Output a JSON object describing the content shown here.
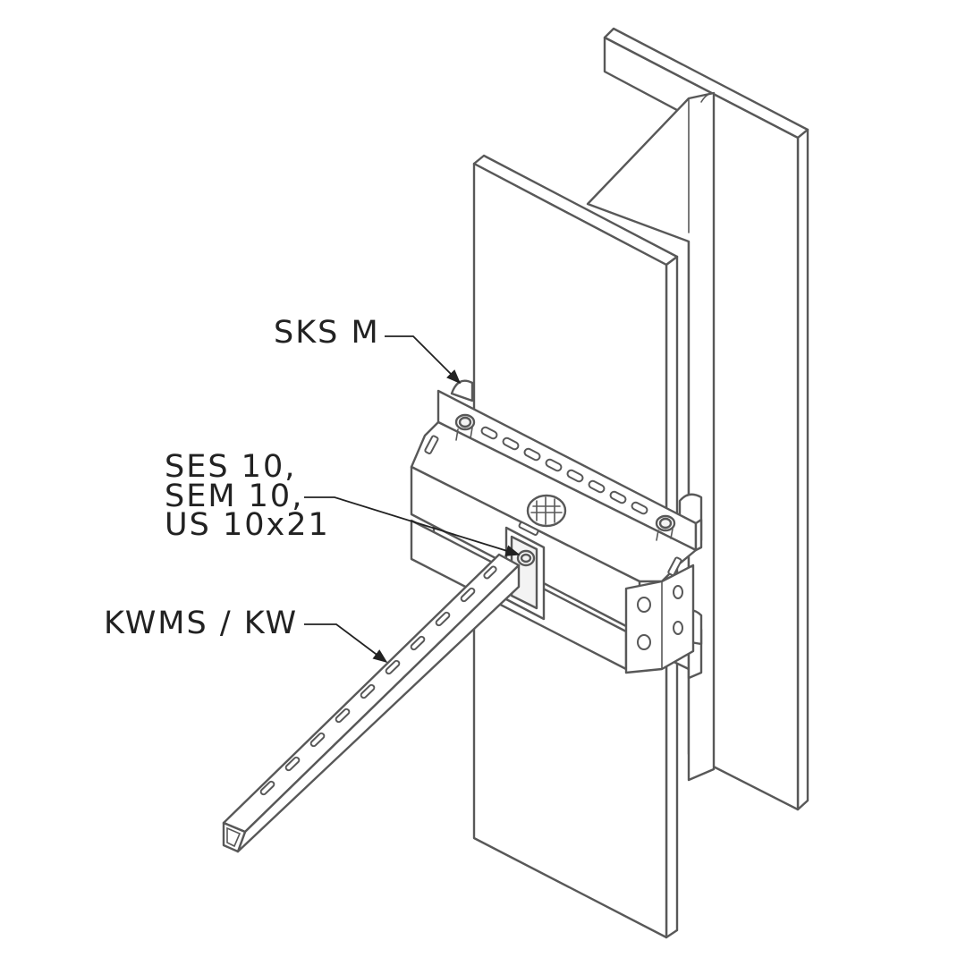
{
  "callouts": {
    "mount_bracket": "SKS M",
    "fasteners": [
      "SES 10,",
      "SEM 10,",
      "US 10x21"
    ],
    "cantilever_arm": "KWMS / KW"
  },
  "colors": {
    "line": "#585858",
    "leader": "#222222",
    "background": "#ffffff"
  }
}
